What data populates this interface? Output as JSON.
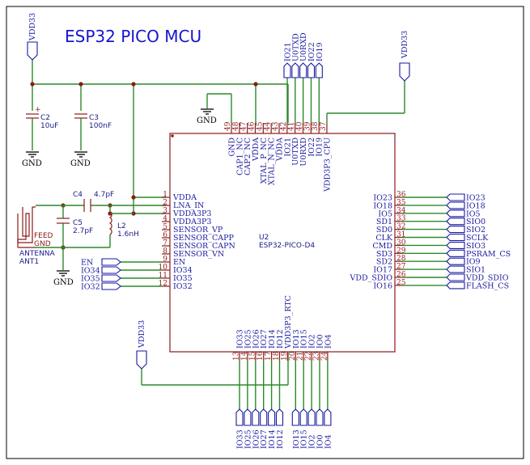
{
  "title": "ESP32 PICO MCU",
  "power_labels": {
    "vdd33_left": "VDD33",
    "vdd33_right": "VDD33",
    "vdd33_bottom": "VDD33"
  },
  "gnd_label": "GND",
  "components": {
    "c2": {
      "ref": "C2",
      "value": "10uF",
      "polarity": "+"
    },
    "c3": {
      "ref": "C3",
      "value": "100nF"
    },
    "c4": {
      "ref": "C4",
      "value": "4.7pF"
    },
    "c5": {
      "ref": "C5",
      "value": "2.7pF"
    },
    "l2": {
      "ref": "L2",
      "value": "1.6nH"
    },
    "ant1": {
      "ref": "ANT1",
      "value": "ANTENNA",
      "feed": "FEED",
      "gnd": "GND"
    },
    "u2": {
      "ref": "U2",
      "value": "ESP32-PICO-D4"
    }
  },
  "top_pins": [
    {
      "num": "49",
      "name": "GND"
    },
    {
      "num": "48",
      "name": "CAP1_NC"
    },
    {
      "num": "47",
      "name": "CAP2_NC"
    },
    {
      "num": "46",
      "name": "VDDA"
    },
    {
      "num": "45",
      "name": "XTAL_P_NC"
    },
    {
      "num": "44",
      "name": "XTAL_N_NC"
    },
    {
      "num": "43",
      "name": "VDDA"
    },
    {
      "num": "42",
      "name": "IO21"
    },
    {
      "num": "41",
      "name": "U0TXD"
    },
    {
      "num": "40",
      "name": "U0RXD"
    },
    {
      "num": "39",
      "name": "IO22"
    },
    {
      "num": "38",
      "name": "IO19"
    },
    {
      "num": "37",
      "name": "VDD3P3_CPU"
    }
  ],
  "top_net_labels": [
    "IO21",
    "U0TXD",
    "U0RXD",
    "IO22",
    "IO19"
  ],
  "left_pins": [
    {
      "num": "1",
      "name": "VDDA"
    },
    {
      "num": "2",
      "name": "LNA_IN"
    },
    {
      "num": "3",
      "name": "VDDA3P3"
    },
    {
      "num": "4",
      "name": "VDDA3P3"
    },
    {
      "num": "5",
      "name": "SENSOR_VP"
    },
    {
      "num": "6",
      "name": "SENSOR_CAPP"
    },
    {
      "num": "7",
      "name": "SENSOR_CAPN"
    },
    {
      "num": "8",
      "name": "SENSOR_VN"
    },
    {
      "num": "9",
      "name": "EN"
    },
    {
      "num": "10",
      "name": "IO34"
    },
    {
      "num": "11",
      "name": "IO35"
    },
    {
      "num": "12",
      "name": "IO32"
    }
  ],
  "left_net_labels": [
    "EN",
    "IO34",
    "IO35",
    "IO32"
  ],
  "right_pins": [
    {
      "num": "36",
      "name": "IO23",
      "net": "IO23"
    },
    {
      "num": "35",
      "name": "IO18",
      "net": "IO18"
    },
    {
      "num": "34",
      "name": "IO5",
      "net": "IO5"
    },
    {
      "num": "33",
      "name": "SD1",
      "net": "SIO0"
    },
    {
      "num": "32",
      "name": "SD0",
      "net": "SIO2"
    },
    {
      "num": "31",
      "name": "CLK",
      "net": "SCLK"
    },
    {
      "num": "30",
      "name": "CMD",
      "net": "SIO3"
    },
    {
      "num": "29",
      "name": "SD3",
      "net": "PSRAM_CS"
    },
    {
      "num": "28",
      "name": "SD2",
      "net": "IO9"
    },
    {
      "num": "27",
      "name": "IO17",
      "net": "SIO1"
    },
    {
      "num": "26",
      "name": "VDD_SDIO",
      "net": "VDD_SDIO"
    },
    {
      "num": "25",
      "name": "IO16",
      "net": "FLASH_CS"
    }
  ],
  "bottom_pins": [
    {
      "num": "13",
      "name": "IO33"
    },
    {
      "num": "14",
      "name": "IO25"
    },
    {
      "num": "15",
      "name": "IO26"
    },
    {
      "num": "16",
      "name": "IO27"
    },
    {
      "num": "17",
      "name": "IO14"
    },
    {
      "num": "18",
      "name": "IO12"
    },
    {
      "num": "19",
      "name": "VDD3P3_RTC"
    },
    {
      "num": "20",
      "name": "IO13"
    },
    {
      "num": "21",
      "name": "IO15"
    },
    {
      "num": "22",
      "name": "IO2"
    },
    {
      "num": "23",
      "name": "IO0"
    },
    {
      "num": "24",
      "name": "IO4"
    }
  ],
  "bottom_net_labels": [
    "IO33",
    "IO25",
    "IO26",
    "IO27",
    "IO14",
    "IO12",
    "IO13",
    "IO15",
    "IO2",
    "IO0",
    "IO4"
  ]
}
